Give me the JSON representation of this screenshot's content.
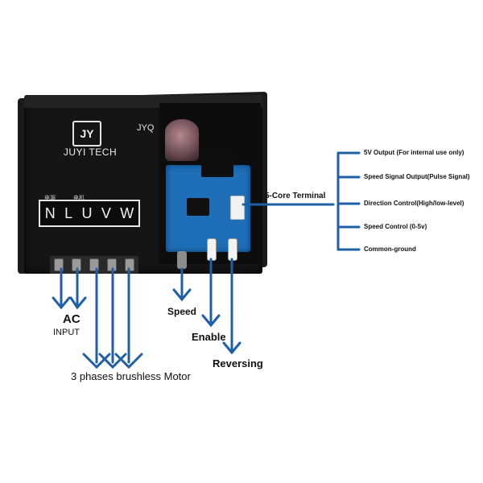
{
  "device": {
    "brand": "JUYI TECH",
    "model_partial": "JYQ",
    "logo_glyph": "JY",
    "terminal_letters": [
      "N",
      "L",
      "U",
      "V",
      "W"
    ],
    "terminal_headers": [
      "电源",
      "电机"
    ]
  },
  "callouts": {
    "ac_title": "AC",
    "ac_subtitle": "INPUT",
    "motor": "3 phases brushless Motor",
    "speed": "Speed",
    "enable": "Enable",
    "reversing": "Reversing",
    "five_core": "5-Core Terminal"
  },
  "pins": [
    "5V Output (For internal use only)",
    "Speed Signal Output(Pulse Signal)",
    "Direction Control(High/low-level)",
    "Speed Control (0-5v)",
    "Common-ground"
  ],
  "colors": {
    "arrow": "#1f5fa8",
    "pcb": "#1f6fb8",
    "body": "#151515"
  }
}
